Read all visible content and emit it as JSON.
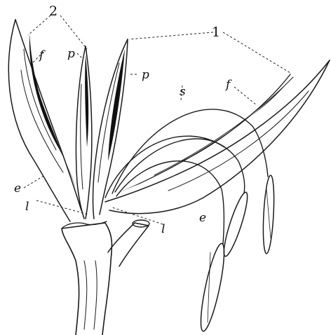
{
  "figure": {
    "labels": {
      "n2": "2",
      "n1": "1",
      "f_left": "f",
      "f_right": "f",
      "p_left": "p",
      "p_right": "p",
      "s": "s",
      "e_left": "e",
      "e_right": "e",
      "l_left": "l",
      "l_right": "l"
    }
  }
}
